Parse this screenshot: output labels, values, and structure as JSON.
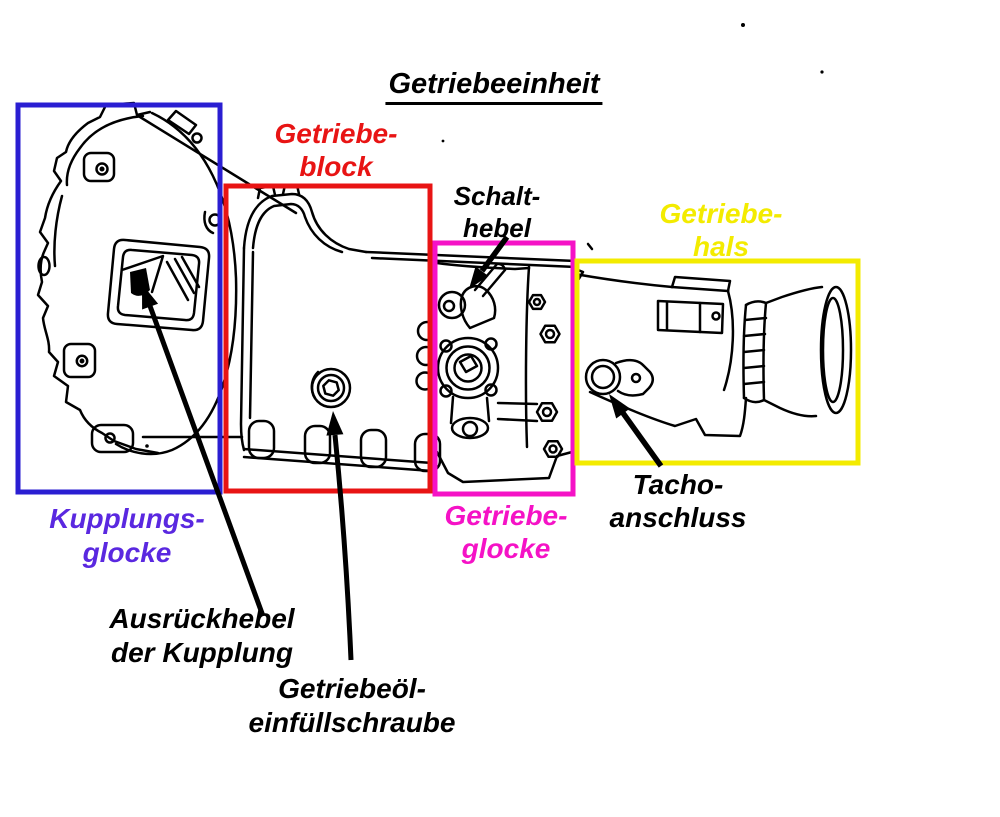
{
  "title": "Getriebeeinheit",
  "colors": {
    "blue": "#2a1ed2",
    "violet": "#5a28e0",
    "red": "#e81414",
    "magenta": "#f512c6",
    "yellow": "#f3eb00",
    "black": "#000000"
  },
  "labels": {
    "getriebeblock": {
      "line1": "Getriebe-",
      "line2": "block"
    },
    "schalthebel": {
      "line1": "Schalt-",
      "line2": "hebel"
    },
    "getriebehals": {
      "line1": "Getriebe-",
      "line2": "hals"
    },
    "kupplungsglocke": {
      "line1": "Kupplungs-",
      "line2": "glocke"
    },
    "getriebeglocke": {
      "line1": "Getriebe-",
      "line2": "glocke"
    },
    "tachoanschluss": {
      "line1": "Tacho-",
      "line2": "anschluss"
    },
    "ausrueckhebel": {
      "line1": "Ausrückhebel",
      "line2": "der Kupplung"
    },
    "einfuellschraube": {
      "line1": "Getriebeöl-",
      "line2": "einfüllschraube"
    }
  }
}
